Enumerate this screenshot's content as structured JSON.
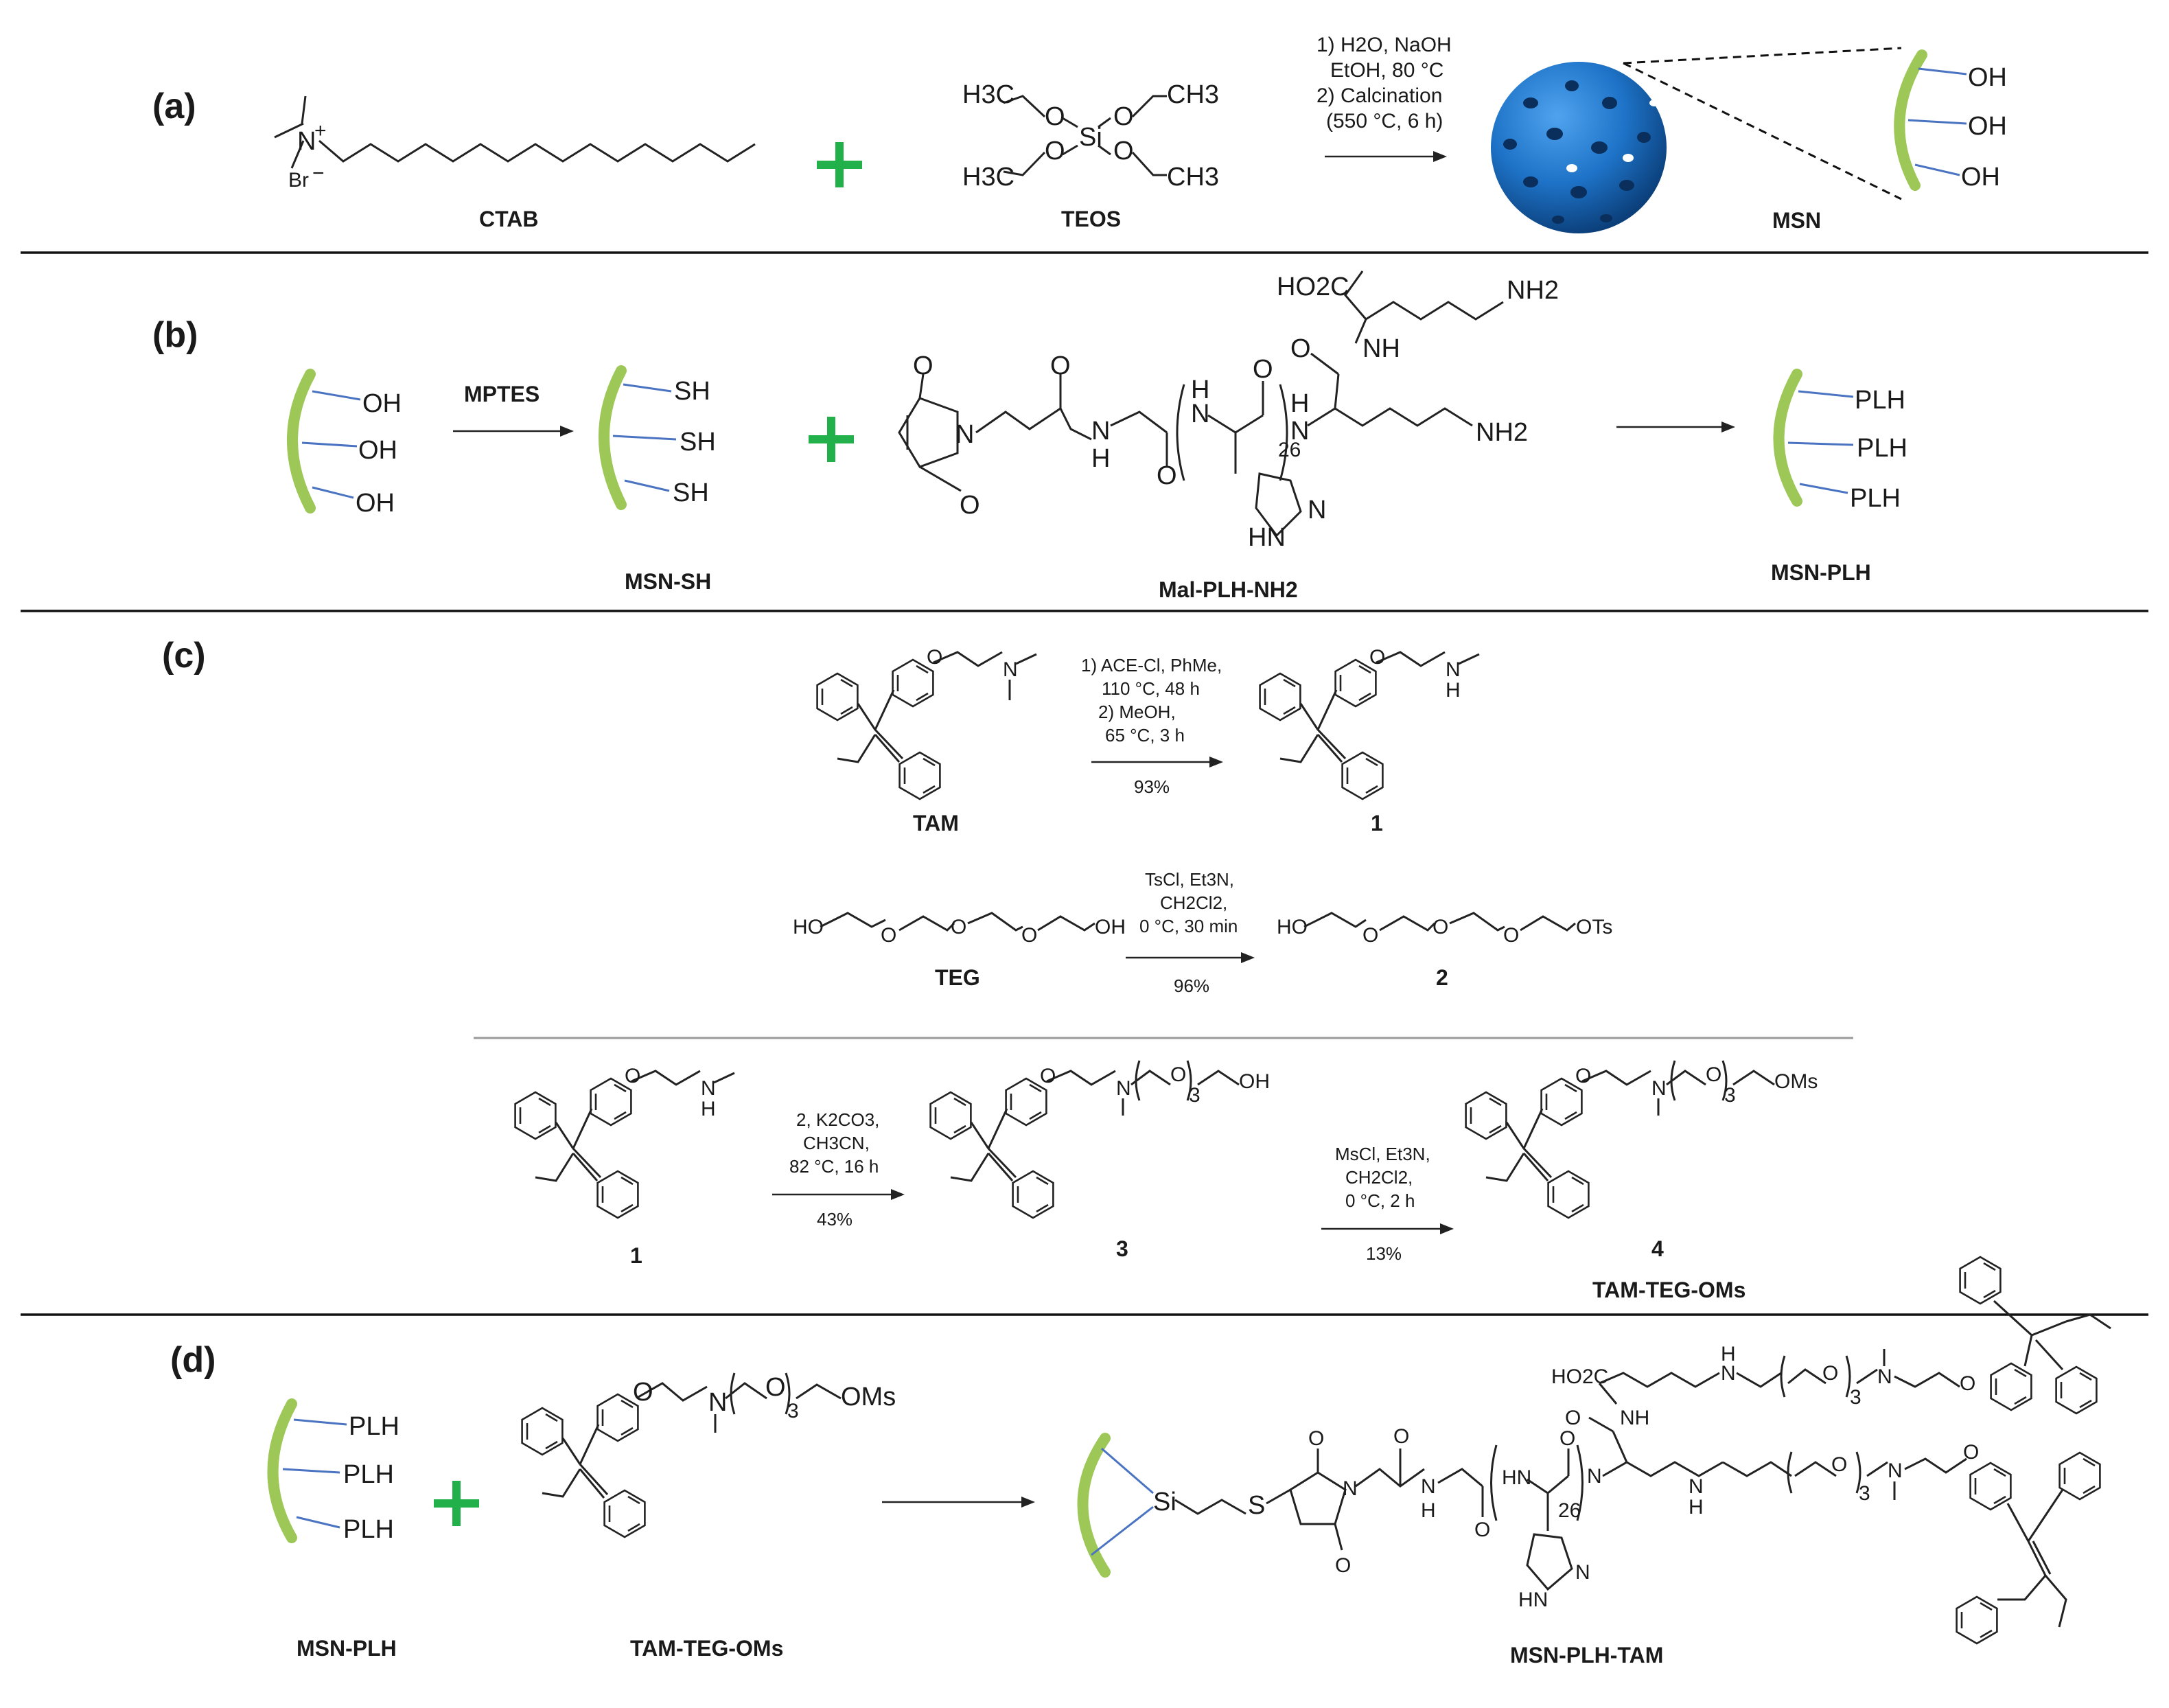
{
  "panels": {
    "a": "(a)",
    "b": "(b)",
    "c": "(c)",
    "d": "(d)"
  },
  "panel_a": {
    "ctab_label": "CTAB",
    "teos_label": "TEOS",
    "msn_label": "MSN",
    "n_atom": "N",
    "br_atom": "Br",
    "si_atom": "Si",
    "o_atom": "O",
    "ch3_atom": "H3C",
    "ch3r_atom": "CH3",
    "conditions": [
      "1) H2O, NaOH",
      "EtOH, 80 °C",
      "2) Calcination",
      "(550 °C, 6 h)"
    ],
    "oh_groups": [
      "OH",
      "OH",
      "OH"
    ]
  },
  "panel_b": {
    "reagent": "MPTES",
    "msn_sh_label": "MSN-SH",
    "mal_label": "Mal-PLH-NH2",
    "msn_plh_label": "MSN-PLH",
    "oh_groups": [
      "OH",
      "OH",
      "OH"
    ],
    "sh_groups": [
      "SH",
      "SH",
      "SH"
    ],
    "plh_groups": [
      "PLH",
      "PLH",
      "PLH"
    ],
    "atoms": {
      "hoc": "HO2C",
      "nh2_top": "NH2",
      "nh2_bot": "NH2",
      "nh": "NH",
      "o": "O",
      "n": "N",
      "h": "H",
      "hn": "HN",
      "n_ring": "N",
      "sub26": "26"
    }
  },
  "panel_c": {
    "row1": {
      "start_label": "TAM",
      "product_label": "1",
      "conditions": [
        "1) ACE-Cl, PhMe,",
        "110 °C, 48 h",
        "2) MeOH,",
        "65 °C, 3 h"
      ],
      "yield": "93%"
    },
    "row2": {
      "start_label": "TEG",
      "product_label": "2",
      "start_left": "HO",
      "start_right": "OH",
      "product_left": "HO",
      "product_right": "OTs",
      "conditions": [
        "TsCl, Et3N,",
        "CH2Cl2,",
        "0 °C, 30 min"
      ],
      "yield": "96%"
    },
    "row3": {
      "start_label": "1",
      "mid_label": "3",
      "product_label": "4",
      "product_name": "TAM-TEG-OMs",
      "cond1": [
        "2, K2CO3,",
        "CH3CN,",
        "82 °C, 16 h"
      ],
      "yield1": "43%",
      "cond2": [
        "MsCl, Et3N,",
        "CH2Cl2,",
        "0 °C, 2 h"
      ],
      "yield2": "13%",
      "oh_end": "OH",
      "oms_end": "OMs",
      "sub3": "3"
    }
  },
  "panel_d": {
    "msn_plh_label": "MSN-PLH",
    "tam_teg_label": "TAM-TEG-OMs",
    "product_label": "MSN-PLH-TAM",
    "plh_groups": [
      "PLH",
      "PLH",
      "PLH"
    ],
    "oms_end": "OMs",
    "sub3": "3",
    "atoms": {
      "si": "Si",
      "s": "S",
      "hoc": "HO2C",
      "nh": "NH",
      "hn": "HN",
      "n": "N",
      "sub26": "26"
    }
  },
  "colors": {
    "surface_green": "#9dc757",
    "tether_blue": "#4a74c2",
    "plus_green": "#22b04b",
    "sphere_blue": "#1e73c8"
  }
}
